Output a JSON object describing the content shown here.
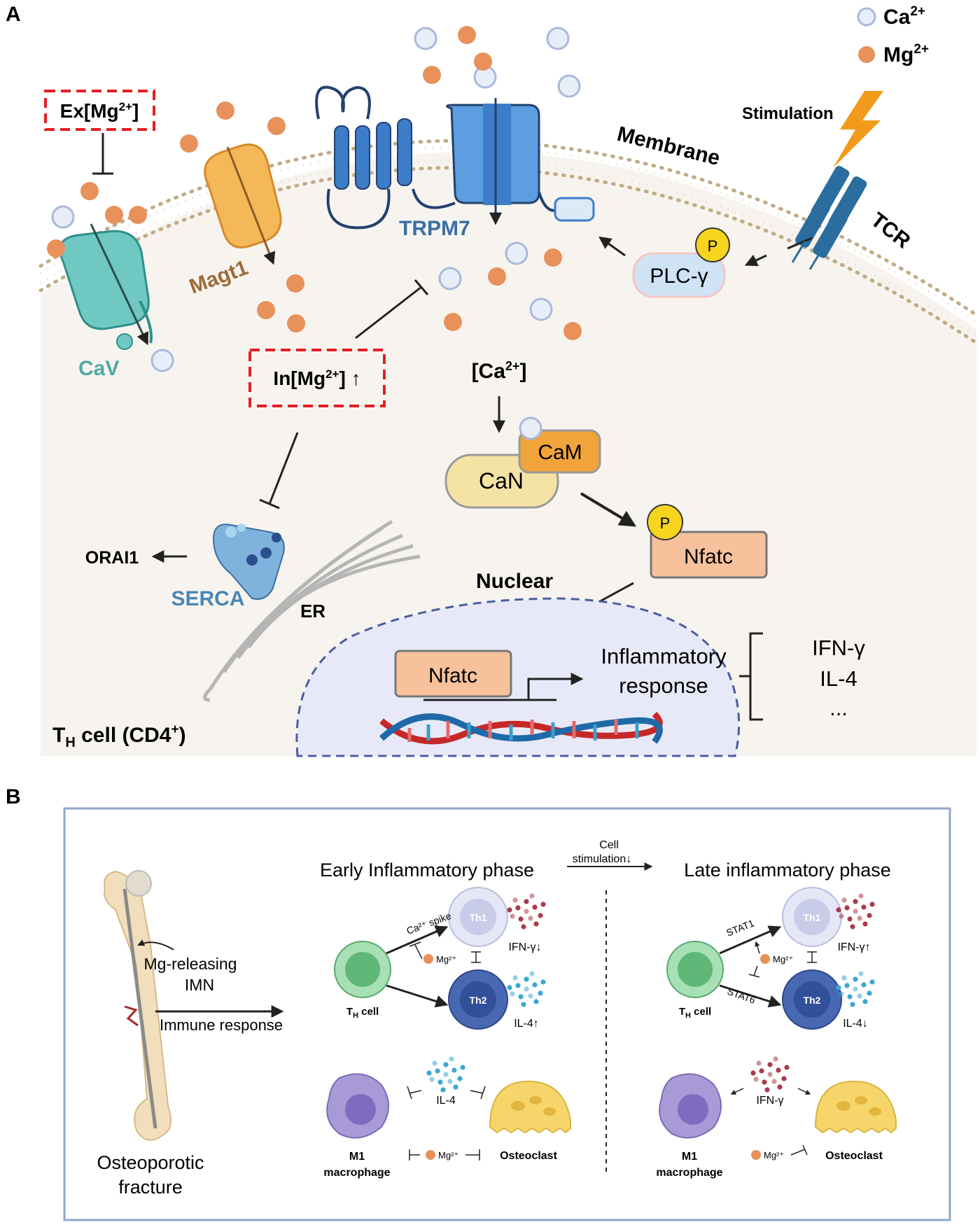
{
  "panel_a": {
    "label": "A",
    "legend": {
      "ca_base": "Ca",
      "ca_sup": "2+",
      "mg_base": "Mg",
      "mg_sup": "2+"
    },
    "membrane": "Membrane",
    "stimulation": "Stimulation",
    "tcr": "TCR",
    "trpm7": "TRPM7",
    "magt1": "Magt1",
    "cav": "CaV",
    "ex_mg_pre": "Ex[Mg",
    "ex_mg_sup": "2+",
    "ex_mg_post": "]",
    "in_mg_pre": "In[Mg",
    "in_mg_sup": "2+",
    "in_mg_post": "] ↑",
    "ca_pool_pre": "[Ca",
    "ca_pool_sup": "2+",
    "ca_pool_post": "]",
    "plc": "PLC-γ",
    "p": "P",
    "cam": "CaM",
    "can": "CaN",
    "nfatc": "Nfatc",
    "nuclear": "Nuclear",
    "nfatc_nuclear": "Nfatc",
    "response_line1": "Inflammatory",
    "response_line2": "response",
    "cytokines": [
      "IFN-γ",
      "IL-4",
      "..."
    ],
    "orai": "ORAI1",
    "serca": "SERCA",
    "er": "ER",
    "cell_pre": "T",
    "cell_sub": "H",
    "cell_mid": " cell (CD4",
    "cell_sup": "+",
    "cell_post": ")"
  },
  "panel_b": {
    "label": "B",
    "early_title": "Early Inflammatory phase",
    "late_title": "Late inflammatory phase",
    "cell_stim_line1": "Cell",
    "cell_stim_line2": "stimulation↓",
    "mg_imn_line1": "Mg-releasing",
    "mg_imn_line2": "IMN",
    "immune": "Immune response",
    "fracture_line1": "Osteoporotic",
    "fracture_line2": "fracture",
    "th_cell_pre": "T",
    "th_cell_sub": "H",
    "th_cell_post": " cell",
    "th1": "Th1",
    "th2": "Th2",
    "ca_spike": "Ca²⁺ spike",
    "mg": "Mg²⁺",
    "ifn_down": "IFN-γ↓",
    "il4_up": "IL-4↑",
    "ifn_up": "IFN-γ↑",
    "il4_down": "IL-4↓",
    "stat1": "STAT1",
    "stat6": "STAT6",
    "il4": "IL-4",
    "ifn": "IFN-γ",
    "m1_line1": "M1",
    "m1_line2": "macrophage",
    "osteoclast": "Osteoclast"
  },
  "colors": {
    "ca": "#a9b9dc",
    "mg": "#e8915a",
    "cell_bg": "#f7f4ef",
    "membrane_dot": "#c2ab88",
    "trpm7": "#3d7cc9",
    "cav": "#5fc1bb",
    "magt1": "#f5b858",
    "tcr": "#2a6d9e",
    "nfatc": "#f6c19b",
    "cam": "#f0a43a",
    "can": "#f5e3a6",
    "nucleus": "#e8e9f8",
    "red_dashed": "#e31e24",
    "th1": "#d9dcf0",
    "th2": "#3f5ea8",
    "th_cell": "#8fd3a0",
    "macrophage": "#a89ad6",
    "osteoclast": "#f6d66a"
  }
}
